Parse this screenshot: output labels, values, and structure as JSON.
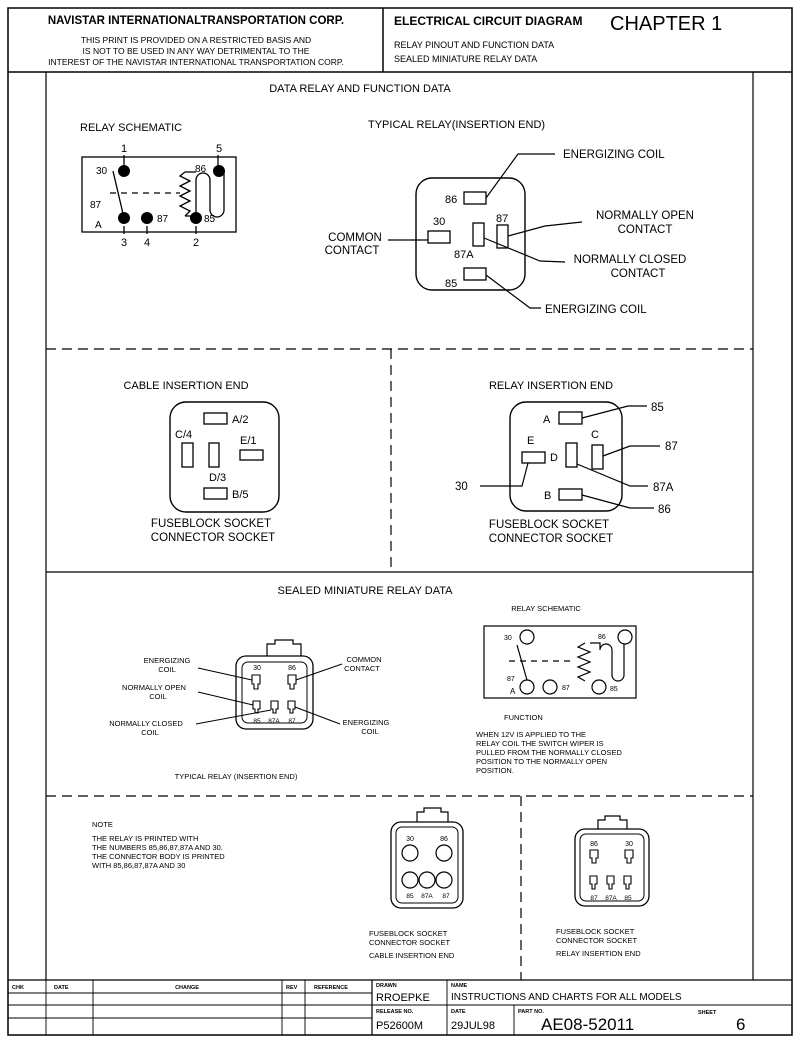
{
  "header": {
    "corp": "NAVISTAR INTERNATIONALTRANSPORTATION CORP.",
    "notice": [
      "THIS PRINT IS PROVIDED ON A RESTRICTED BASIS AND",
      "IS NOT TO BE USED IN ANY WAY DETRIMENTAL TO THE",
      "INTEREST OF THE NAVISTAR INTERNATIONAL TRANSPORTATION CORP."
    ],
    "diagram_type": "ELECTRICAL CIRCUIT DIAGRAM",
    "chapter": "CHAPTER 1",
    "subtitle1": "RELAY PINOUT AND FUNCTION DATA",
    "subtitle2": "SEALED MINIATURE RELAY DATA"
  },
  "section1": {
    "title": "DATA RELAY AND FUNCTION DATA",
    "schematic_label": "RELAY SCHEMATIC",
    "typical_label": "TYPICAL RELAY(INSERTION END)",
    "sch_pins": {
      "p1": "1",
      "p5": "5",
      "p30": "30",
      "p86": "86",
      "p87": "87",
      "pA": "A",
      "p87b": "87",
      "p85": "85",
      "p3": "3",
      "p4": "4",
      "p2": "2"
    },
    "typ_pins": {
      "p86": "86",
      "p30": "30",
      "p87": "87",
      "p87A": "87A",
      "p85": "85"
    },
    "callouts": {
      "coil_top": "ENERGIZING COIL",
      "no": [
        "NORMALLY OPEN",
        "CONTACT"
      ],
      "nc": [
        "NORMALLY CLOSED",
        "CONTACT"
      ],
      "coil_bottom": "ENERGIZING COIL",
      "common": [
        "COMMON",
        "CONTACT"
      ]
    }
  },
  "section2": {
    "cable_title": "CABLE INSERTION END",
    "cable_pins": {
      "a2": "A/2",
      "c4": "C/4",
      "e1": "E/1",
      "d3": "D/3",
      "b5": "B/5"
    },
    "cable_caption": [
      "FUSEBLOCK SOCKET",
      "CONNECTOR SOCKET"
    ],
    "relay_title": "RELAY INSERTION END",
    "relay_pins": {
      "a": "A",
      "c": "C",
      "e": "E",
      "d": "D",
      "b": "B"
    },
    "relay_terms": {
      "t85": "85",
      "t87": "87",
      "t30": "30",
      "t87A": "87A",
      "t86": "86"
    },
    "relay_caption": [
      "FUSEBLOCK SOCKET",
      "CONNECTOR SOCKET"
    ]
  },
  "section3": {
    "title": "SEALED MINIATURE RELAY DATA",
    "pins": {
      "p30": "30",
      "p86": "86",
      "p85": "85",
      "p87A": "87A",
      "p87": "87"
    },
    "left_labels": {
      "coil": [
        "ENERGIZING",
        "COIL"
      ],
      "no": [
        "NORMALLY OPEN",
        "COIL"
      ],
      "nc": [
        "NORMALLY CLOSED",
        "COIL"
      ]
    },
    "right_labels": {
      "common": [
        "COMMON",
        "CONTACT"
      ],
      "coil": [
        "ENERGIZING",
        "COIL"
      ]
    },
    "typical": "TYPICAL RELAY (INSERTION END)",
    "schematic_label": "RELAY SCHEMATIC",
    "sch_pins": {
      "p30": "30",
      "p86": "86",
      "p87": "87",
      "pA": "A",
      "p87b": "87",
      "p85": "85"
    },
    "function_label": "FUNCTION",
    "function_text": [
      "WHEN 12V IS APPLIED TO THE",
      "RELAY COIL THE SWITCH WIPER IS",
      "PULLED FROM THE NORMALLY CLOSED",
      "POSITION TO THE NORMALLY OPEN",
      "POSITION."
    ]
  },
  "section4": {
    "note_label": "NOTE",
    "note_text": [
      "THE RELAY IS PRINTED WITH",
      "THE NUMBERS 85,86,87,87A AND 30.",
      "THE CONNECTOR BODY IS PRINTED",
      "WITH 85,86,87,87A AND 30"
    ],
    "cable_pins": {
      "p30": "30",
      "p86": "86",
      "p85": "85",
      "p87A": "87A",
      "p87": "87"
    },
    "cable_caption": [
      "FUSEBLOCK SOCKET",
      "CONNECTOR SOCKET",
      "CABLE INSERTION END"
    ],
    "relay_pins": {
      "p86": "86",
      "p30": "30",
      "p87": "87",
      "p87A": "87A",
      "p85": "85"
    },
    "relay_caption": [
      "FUSEBLOCK SOCKET",
      "CONNECTOR SOCKET",
      "RELAY INSERTION END"
    ]
  },
  "title_block": {
    "chk": "CHK",
    "date": "DATE",
    "change": "CHANGE",
    "rev": "REV",
    "reference": "REFERENCE",
    "drawn_label": "DRAWN",
    "drawn": "RROEPKE",
    "name_label": "NAME",
    "name": "INSTRUCTIONS AND CHARTS FOR ALL MODELS",
    "release_label": "RELEASE NO.",
    "release": "P52600M",
    "date_label": "DATE",
    "date_val": "29JUL98",
    "part_label": "PART NO.",
    "part": "AE08-52011",
    "sheet_label": "SHEET",
    "sheet": "6"
  }
}
